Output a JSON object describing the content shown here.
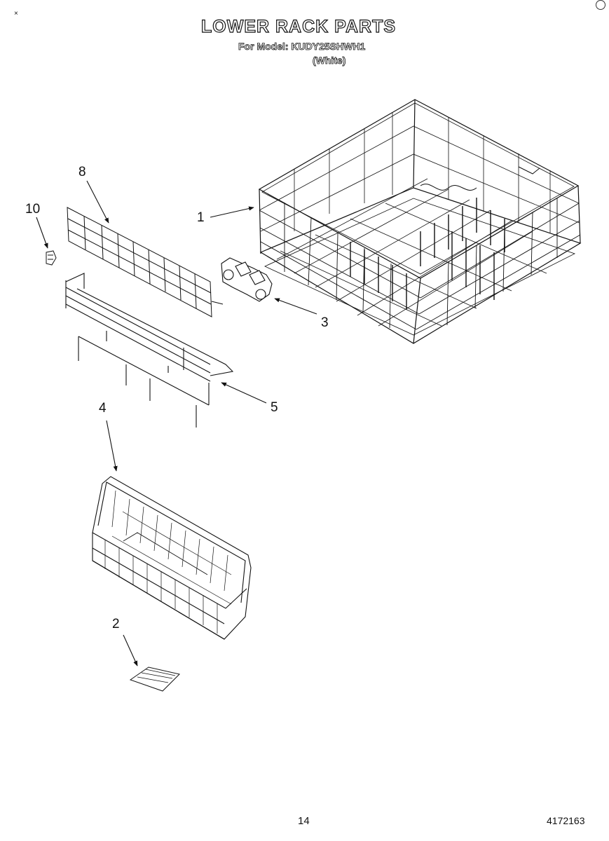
{
  "header": {
    "title": "LOWER RACK PARTS",
    "model_line": "For Model: KUDY25SHWH1",
    "color_line": "(White)"
  },
  "callouts": {
    "p1": "1",
    "p2": "2",
    "p3": "3",
    "p4": "4",
    "p5": "5",
    "p8": "8",
    "p10": "10"
  },
  "parts": [
    {
      "number": "1",
      "icon": "lower-dish-rack"
    },
    {
      "number": "2",
      "icon": "basket-cover"
    },
    {
      "number": "3",
      "icon": "rack-roller-bracket"
    },
    {
      "number": "4",
      "icon": "silverware-basket"
    },
    {
      "number": "5",
      "icon": "tine-row-assembly"
    },
    {
      "number": "8",
      "icon": "rack-shield"
    },
    {
      "number": "10",
      "icon": "clip"
    }
  ],
  "footer": {
    "page_number": "14",
    "document_number": "4172163"
  }
}
